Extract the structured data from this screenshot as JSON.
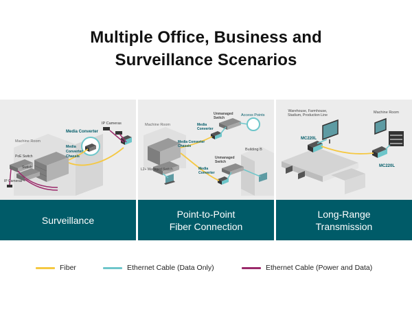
{
  "title": {
    "line1": "Multiple Office, Business and",
    "line2": "Surveillance Scenarios"
  },
  "colors": {
    "fiber": "#f5c842",
    "ethernet_data": "#6ec6ca",
    "ethernet_power": "#9b2a6b",
    "caption_bg": "#005b68"
  },
  "scenarios": [
    {
      "caption_lines": [
        "Surveillance"
      ],
      "labels": {
        "machine_room": "Machine Room",
        "media_converter": "Media Converter",
        "ip_cameras_top": "IP Cameras",
        "chassis_l1": "Media",
        "chassis_l2": "Converter",
        "chassis_l3": "Chassis",
        "poe_switch": "PoE Switch",
        "switch": "Switch",
        "ip_cameras_bottom": "IP Cameras"
      }
    },
    {
      "caption_lines": [
        "Point-to-Point",
        "Fiber Connection"
      ],
      "labels": {
        "unmanaged_switch_top_l1": "Unmanaged",
        "unmanaged_switch_top_l2": "Switch",
        "access_points": "Access Points",
        "machine_room": "Machine Room",
        "media_converter_top": "Media",
        "media_converter_top_l2": "Converter",
        "chassis_l1": "Media Converter",
        "chassis_l2": "Chassis",
        "building_b": "Building B",
        "unmanaged_switch_bottom_l1": "Unmanaged",
        "unmanaged_switch_bottom_l2": "Switch",
        "l2_managed_switch": "L2+ Managed Switch",
        "media_converter_bottom": "Media",
        "media_converter_bottom_l2": "Converter"
      }
    },
    {
      "caption_lines": [
        "Long-Range",
        "Transmission"
      ],
      "labels": {
        "warehouse_l1": "Warehouse, Farmhouse,",
        "warehouse_l2": "Stadium, Production Line",
        "machine_room": "Machine Room",
        "mc220l_left": "MC220L",
        "mc220l_right": "MC220L"
      }
    }
  ],
  "legend": [
    {
      "label": "Fiber",
      "color": "#f5c842"
    },
    {
      "label": "Ethernet Cable (Data Only)",
      "color": "#6ec6ca"
    },
    {
      "label": "Ethernet Cable (Power and Data)",
      "color": "#9b2a6b"
    }
  ]
}
